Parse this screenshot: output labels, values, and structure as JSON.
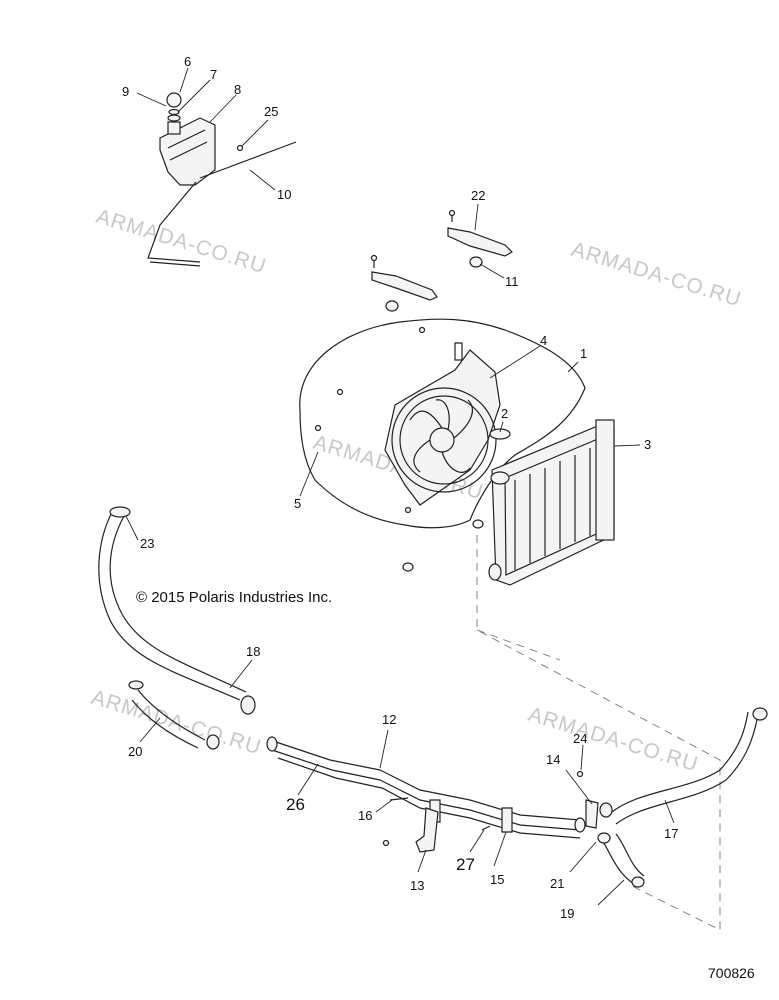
{
  "callouts": [
    {
      "id": "c1",
      "text": "1"
    },
    {
      "id": "c2",
      "text": "2"
    },
    {
      "id": "c3",
      "text": "3"
    },
    {
      "id": "c4",
      "text": "4"
    },
    {
      "id": "c5",
      "text": "5"
    },
    {
      "id": "c6",
      "text": "6"
    },
    {
      "id": "c7",
      "text": "7"
    },
    {
      "id": "c8",
      "text": "8"
    },
    {
      "id": "c9",
      "text": "9"
    },
    {
      "id": "c10",
      "text": "10"
    },
    {
      "id": "c11",
      "text": "11"
    },
    {
      "id": "c12",
      "text": "12"
    },
    {
      "id": "c13",
      "text": "13"
    },
    {
      "id": "c14",
      "text": "14"
    },
    {
      "id": "c15",
      "text": "15"
    },
    {
      "id": "c16",
      "text": "16"
    },
    {
      "id": "c17",
      "text": "17"
    },
    {
      "id": "c18",
      "text": "18"
    },
    {
      "id": "c19",
      "text": "19"
    },
    {
      "id": "c20",
      "text": "20"
    },
    {
      "id": "c21",
      "text": "21"
    },
    {
      "id": "c22",
      "text": "22"
    },
    {
      "id": "c23",
      "text": "23"
    },
    {
      "id": "c24",
      "text": "24"
    },
    {
      "id": "c25",
      "text": "25"
    },
    {
      "id": "c26",
      "text": "26"
    },
    {
      "id": "c27",
      "text": "27"
    }
  ],
  "copyright": "© 2015 Polaris Industries Inc.",
  "drawing_number": "700826",
  "watermark": "ARMADA-CO.RU"
}
